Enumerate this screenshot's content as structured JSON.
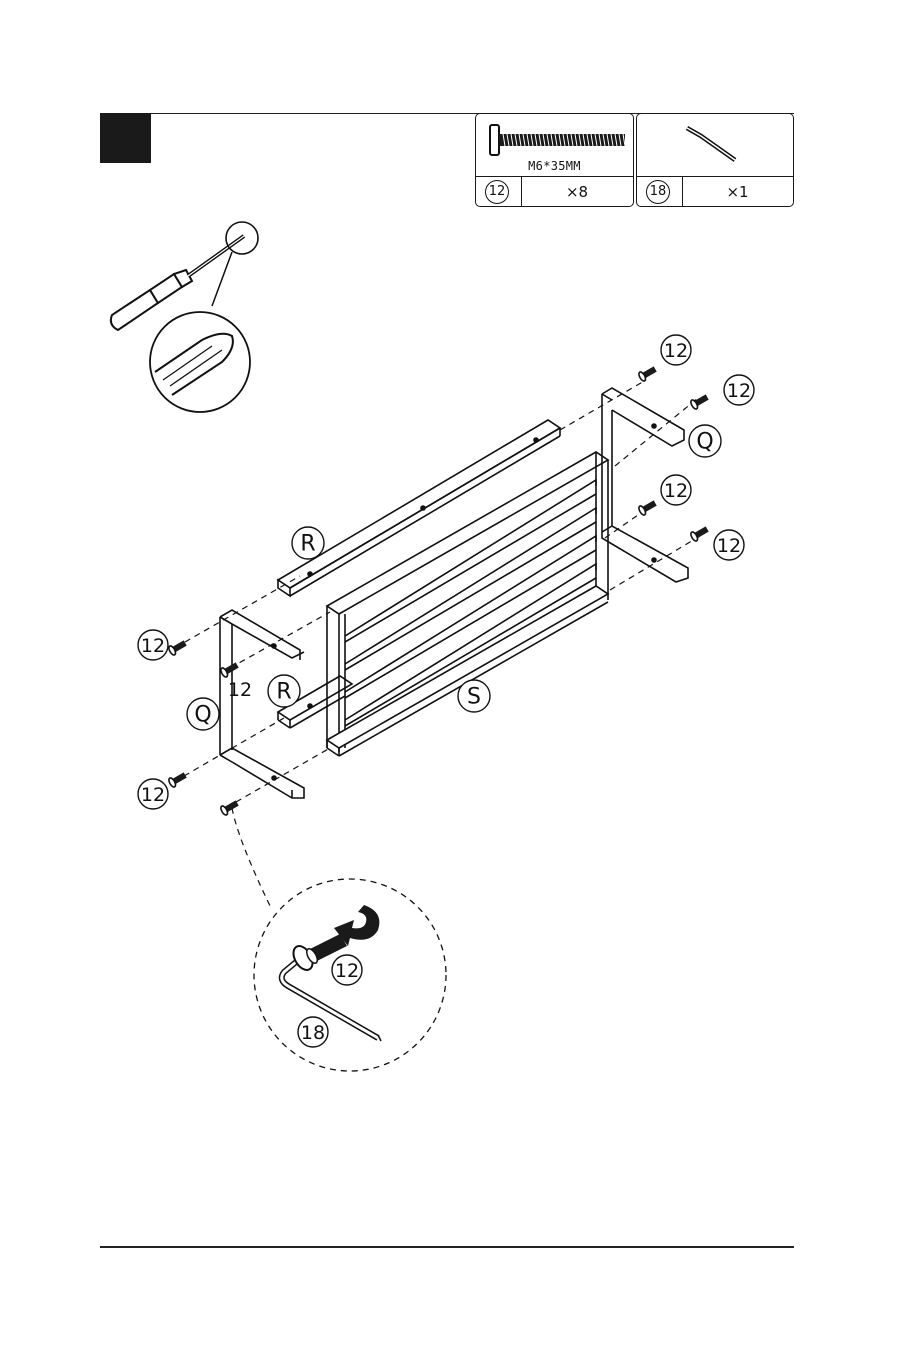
{
  "hardware": [
    {
      "id": "12",
      "spec": "M6*35MM",
      "qty": "×8",
      "icon": "bolt-icon"
    },
    {
      "id": "18",
      "qty": "×1",
      "icon": "allen-key-icon"
    }
  ],
  "callouts": {
    "bolt": "12",
    "key": "18",
    "part_side_frame": "Q",
    "part_rail": "R",
    "part_shelf": "S"
  },
  "tool": {
    "icon": "screwdriver-icon"
  }
}
